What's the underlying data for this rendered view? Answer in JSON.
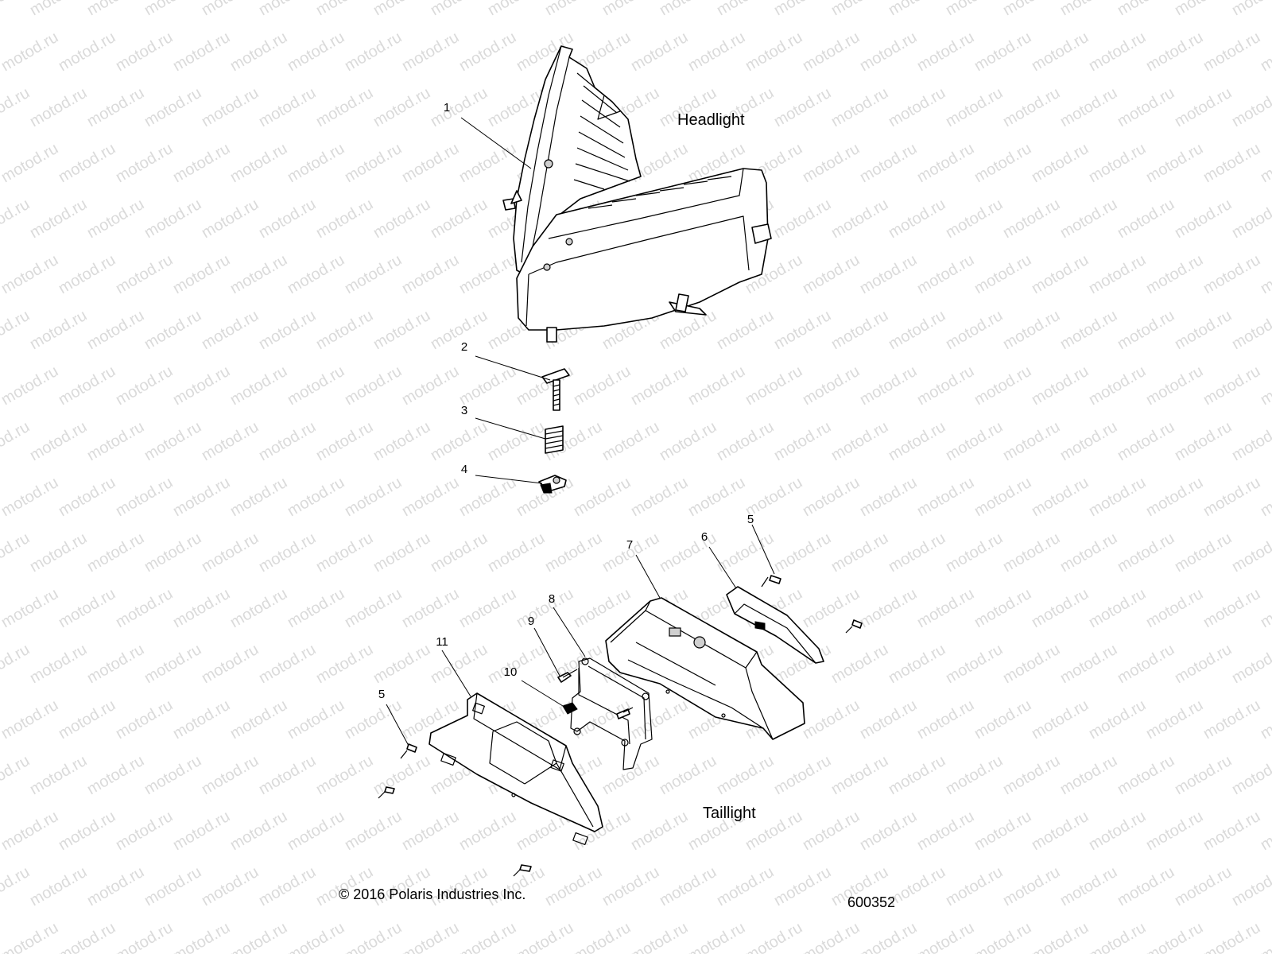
{
  "watermark": {
    "text": "motod.ru"
  },
  "sections": {
    "headlight": "Headlight",
    "taillight": "Taillight"
  },
  "callouts": [
    {
      "id": "c1",
      "label": "1"
    },
    {
      "id": "c2",
      "label": "2"
    },
    {
      "id": "c3",
      "label": "3"
    },
    {
      "id": "c4",
      "label": "4"
    },
    {
      "id": "c5a",
      "label": "5"
    },
    {
      "id": "c6",
      "label": "6"
    },
    {
      "id": "c7",
      "label": "7"
    },
    {
      "id": "c8",
      "label": "8"
    },
    {
      "id": "c9",
      "label": "9"
    },
    {
      "id": "c10",
      "label": "10"
    },
    {
      "id": "c11",
      "label": "11"
    },
    {
      "id": "c5b",
      "label": "5"
    }
  ],
  "footer": {
    "copyright": "© 2016 Polaris Industries Inc.",
    "diagram_number": "600352"
  }
}
